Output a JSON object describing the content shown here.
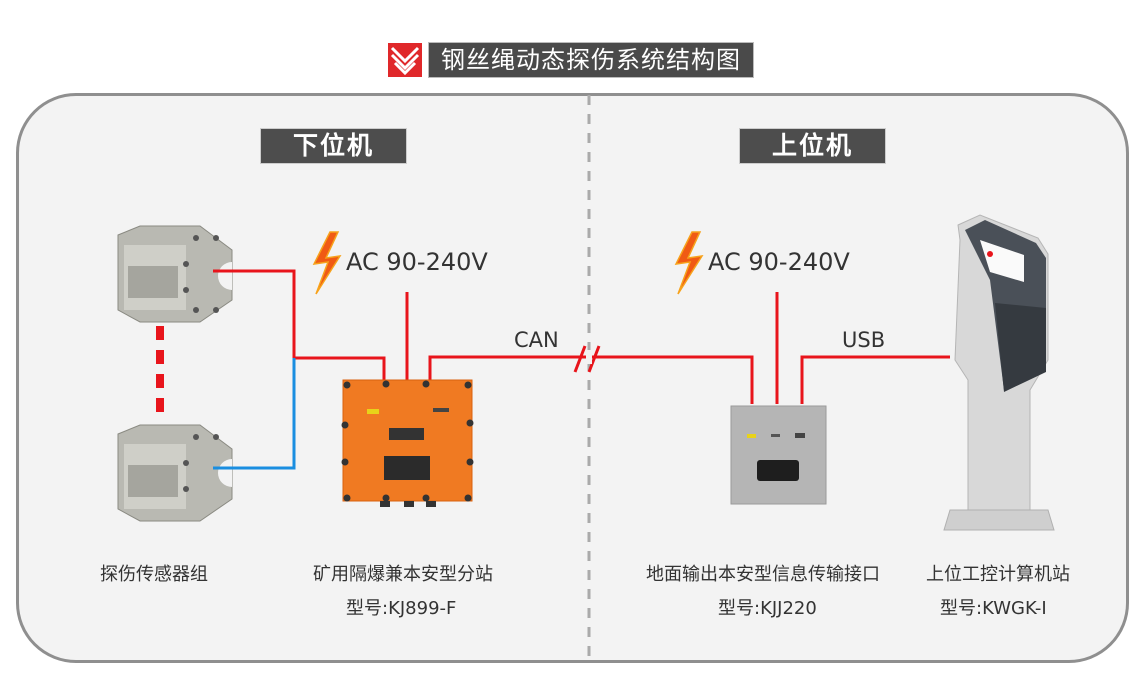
{
  "title": {
    "text": "钢丝绳动态探伤系统结构图",
    "logo_icon": "red-chevron-logo-icon"
  },
  "sections": {
    "lower": {
      "label": "下位机"
    },
    "upper": {
      "label": "上位机"
    }
  },
  "power": {
    "left": {
      "label": "AC 90-240V",
      "icon": "lightning-bolt-icon"
    },
    "right": {
      "label": "AC 90-240V",
      "icon": "lightning-bolt-icon"
    }
  },
  "links": {
    "can": {
      "label": "CAN"
    },
    "usb": {
      "label": "USB"
    }
  },
  "devices": [
    {
      "name": "探伤传感器组",
      "model": ""
    },
    {
      "name": "矿用隔爆兼本安型分站",
      "model": "型号:KJ899-F"
    },
    {
      "name": "地面输出本安型信息传输接口",
      "model": "型号:KJJ220"
    },
    {
      "name": "上位工控计算机站",
      "model": "型号:KWGK-I"
    }
  ],
  "colors": {
    "wire_red": "#e8141b",
    "wire_blue": "#1a8ee0",
    "station_orange": "#f07a22",
    "label_bg": "#4d4d4d"
  }
}
